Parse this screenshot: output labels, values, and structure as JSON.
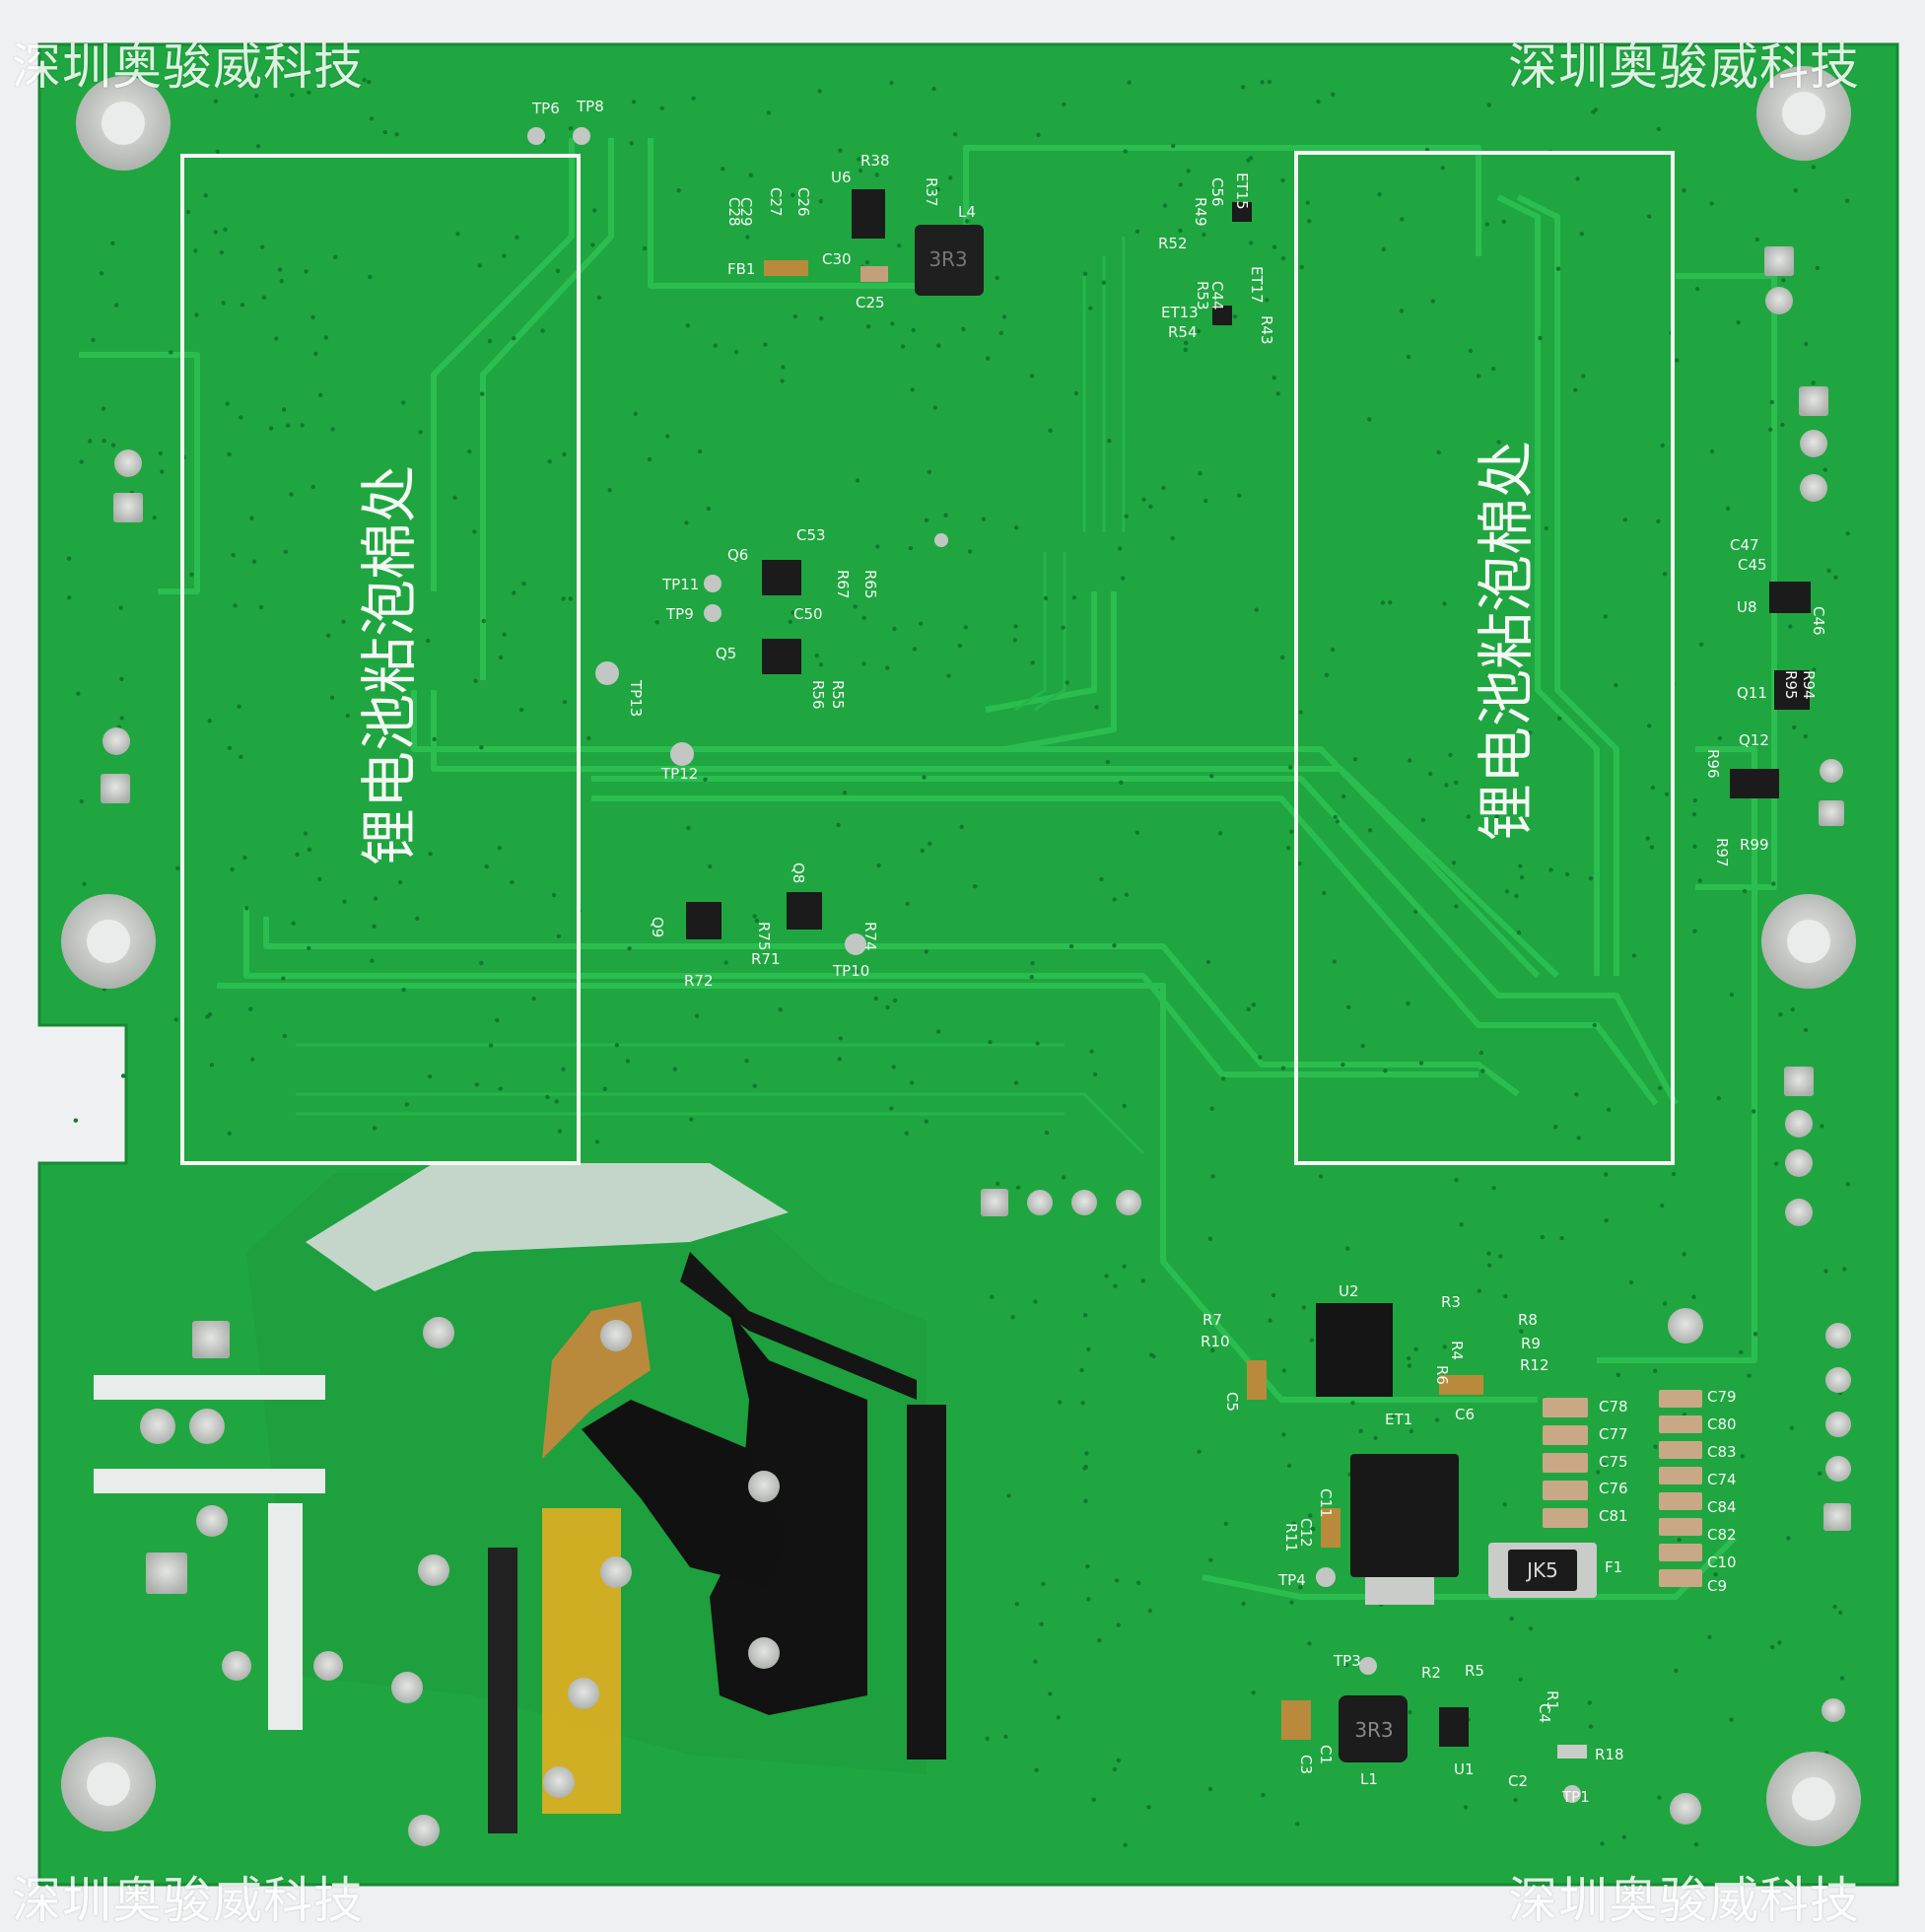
{
  "watermark": "深圳奥骏威科技",
  "zone_label": "锂电池粘泡棉处",
  "colors": {
    "board": "#1fa640",
    "board_dark": "#178a34",
    "trace": "#26b54a",
    "silk": "#f4f7f4",
    "pad": "#c9ccc8",
    "component": "#1b1b1b",
    "background": "#eef0f1"
  },
  "inductor_marking": "3R3",
  "fuse_marking": "JK5",
  "designators": [
    {
      "text": "TP6"
    },
    {
      "text": "TP8"
    },
    {
      "text": "U6"
    },
    {
      "text": "R38"
    },
    {
      "text": "R37"
    },
    {
      "text": "C28"
    },
    {
      "text": "C29"
    },
    {
      "text": "C27"
    },
    {
      "text": "C26"
    },
    {
      "text": "L4"
    },
    {
      "text": "FB1"
    },
    {
      "text": "C30"
    },
    {
      "text": "C25"
    },
    {
      "text": "R49"
    },
    {
      "text": "C56"
    },
    {
      "text": "ET15"
    },
    {
      "text": "R52"
    },
    {
      "text": "R53"
    },
    {
      "text": "C44"
    },
    {
      "text": "ET17"
    },
    {
      "text": "ET13"
    },
    {
      "text": "R54"
    },
    {
      "text": "R43"
    },
    {
      "text": "C53"
    },
    {
      "text": "Q6"
    },
    {
      "text": "R67"
    },
    {
      "text": "R65"
    },
    {
      "text": "TP11"
    },
    {
      "text": "TP9"
    },
    {
      "text": "C50"
    },
    {
      "text": "Q5"
    },
    {
      "text": "R56"
    },
    {
      "text": "R55"
    },
    {
      "text": "TP13"
    },
    {
      "text": "TP12"
    },
    {
      "text": "Q8"
    },
    {
      "text": "Q9"
    },
    {
      "text": "R75"
    },
    {
      "text": "R74"
    },
    {
      "text": "R71"
    },
    {
      "text": "R72"
    },
    {
      "text": "TP10"
    },
    {
      "text": "C47"
    },
    {
      "text": "C45"
    },
    {
      "text": "U8"
    },
    {
      "text": "C46"
    },
    {
      "text": "Q11"
    },
    {
      "text": "R95"
    },
    {
      "text": "R94"
    },
    {
      "text": "R96"
    },
    {
      "text": "Q12"
    },
    {
      "text": "R97"
    },
    {
      "text": "R99"
    },
    {
      "text": "U2"
    },
    {
      "text": "R7"
    },
    {
      "text": "R10"
    },
    {
      "text": "R3"
    },
    {
      "text": "R4"
    },
    {
      "text": "R6"
    },
    {
      "text": "R8"
    },
    {
      "text": "R9"
    },
    {
      "text": "R12"
    },
    {
      "text": "C5"
    },
    {
      "text": "C6"
    },
    {
      "text": "ET1"
    },
    {
      "text": "C78"
    },
    {
      "text": "C77"
    },
    {
      "text": "C75"
    },
    {
      "text": "C76"
    },
    {
      "text": "C81"
    },
    {
      "text": "C79"
    },
    {
      "text": "C80"
    },
    {
      "text": "C83"
    },
    {
      "text": "C74"
    },
    {
      "text": "C84"
    },
    {
      "text": "C82"
    },
    {
      "text": "C10"
    },
    {
      "text": "C9"
    },
    {
      "text": "R11"
    },
    {
      "text": "C12"
    },
    {
      "text": "C11"
    },
    {
      "text": "TP4"
    },
    {
      "text": "F1"
    },
    {
      "text": "TP3"
    },
    {
      "text": "R2"
    },
    {
      "text": "R5"
    },
    {
      "text": "R1"
    },
    {
      "text": "C4"
    },
    {
      "text": "C3"
    },
    {
      "text": "C1"
    },
    {
      "text": "L1"
    },
    {
      "text": "U1"
    },
    {
      "text": "C2"
    },
    {
      "text": "R18"
    },
    {
      "text": "TP1"
    }
  ]
}
